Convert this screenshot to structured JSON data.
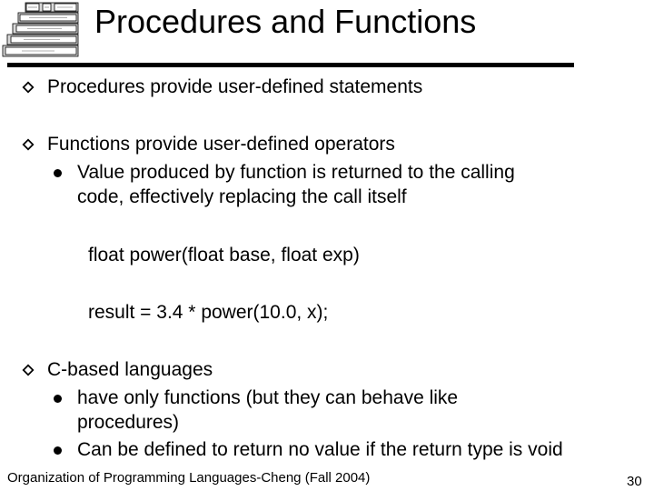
{
  "slide": {
    "title": "Procedures and Functions",
    "bullets": [
      {
        "text": "Procedures provide user-defined statements",
        "sub": []
      },
      {
        "text": "Functions provide user-defined operators",
        "sub": [
          {
            "line1": "Value produced by function is returned to the calling",
            "line2": "code, effectively replacing the call itself"
          }
        ]
      },
      {
        "text": "C-based languages",
        "sub": [
          {
            "line1": "have only functions (but they can behave like",
            "line2": "procedures)"
          },
          {
            "line1": "Can be defined to return no value if the return type is void"
          }
        ]
      }
    ],
    "code": [
      "float power(float base, float exp)",
      "result = 3.4 * power(10.0, x);"
    ]
  },
  "footer": {
    "text": "Organization of Programming Languages-Cheng (Fall 2004)",
    "page_number": "30"
  }
}
